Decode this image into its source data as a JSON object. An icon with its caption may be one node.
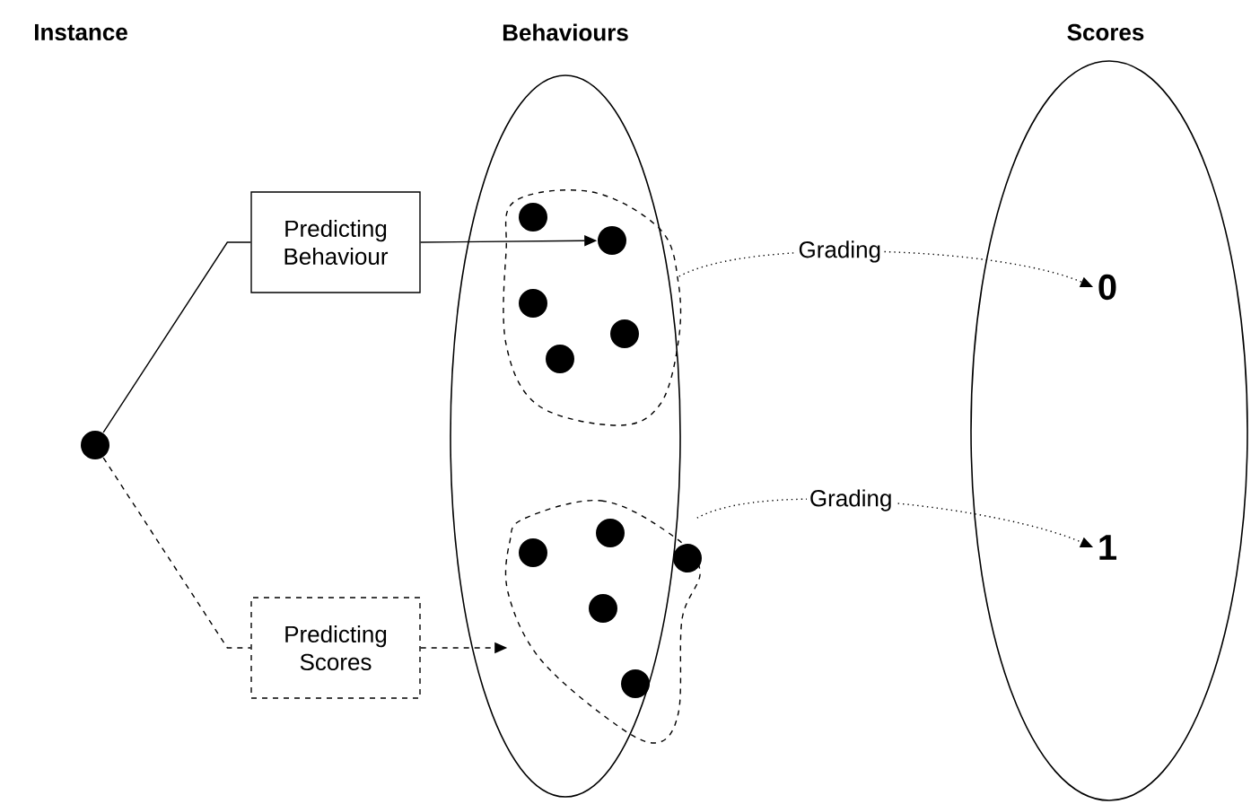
{
  "diagram": {
    "nodes": [
      {
        "text": [
          "Behaviours"
        ]
      },
      {
        "text": [
          "Scores"
        ]
      },
      {
        "text": [
          "Predicting Behaviour"
        ]
      },
      {
        "text": [],
        "shape": "blob",
        "in": 0
      },
      {
        "text": [],
        "shape": "circle",
        "in": 3
      },
      {
        "text": [],
        "shape": "circle",
        "in": 3
      },
      {
        "text": [],
        "shape": "circle",
        "in": 3
      },
      {
        "text": [],
        "shape": "circle",
        "in": 3
      },
      {
        "text": [],
        "shape": "circle",
        "in": 3
      },
      {
        "text": [
          "0"
        ],
        "in": 1
      },
      {
        "text": [],
        "shape": "circle"
      },
      {
        "text": [],
        "shape": "blob",
        "in": 0
      },
      {
        "text": [],
        "shape": "circle",
        "in": 11
      },
      {
        "text": [],
        "shape": "circle",
        "in": 11
      },
      {
        "text": [],
        "shape": "circle",
        "in": 11
      },
      {
        "text": [],
        "shape": "circle",
        "in": 11
      },
      {
        "text": [],
        "shape": "circle",
        "in": 11
      },
      {
        "text": [
          "1"
        ],
        "in": 1
      },
      {
        "text": [
          "Predicting Scores"
        ]
      }
    ],
    "edges": [
      {
        "from": 10,
        "to": 2,
        "arrow": "none"
      },
      {
        "from": 2,
        "to": 5,
        "arrow": "to"
      },
      {
        "from": 10,
        "to": 18,
        "arrow": "none",
        "style": "dashed"
      },
      {
        "from": 18,
        "to": 11,
        "arrow": "to",
        "style": "dashed"
      },
      {
        "from": 3,
        "to": 9,
        "arrow": "to",
        "style": "dashed",
        "label": "Grading"
      },
      {
        "from": 11,
        "to": 17,
        "arrow": "to",
        "style": "dashed",
        "label": "Grading"
      }
    ],
    "labels": [
      "Instance"
    ]
  }
}
